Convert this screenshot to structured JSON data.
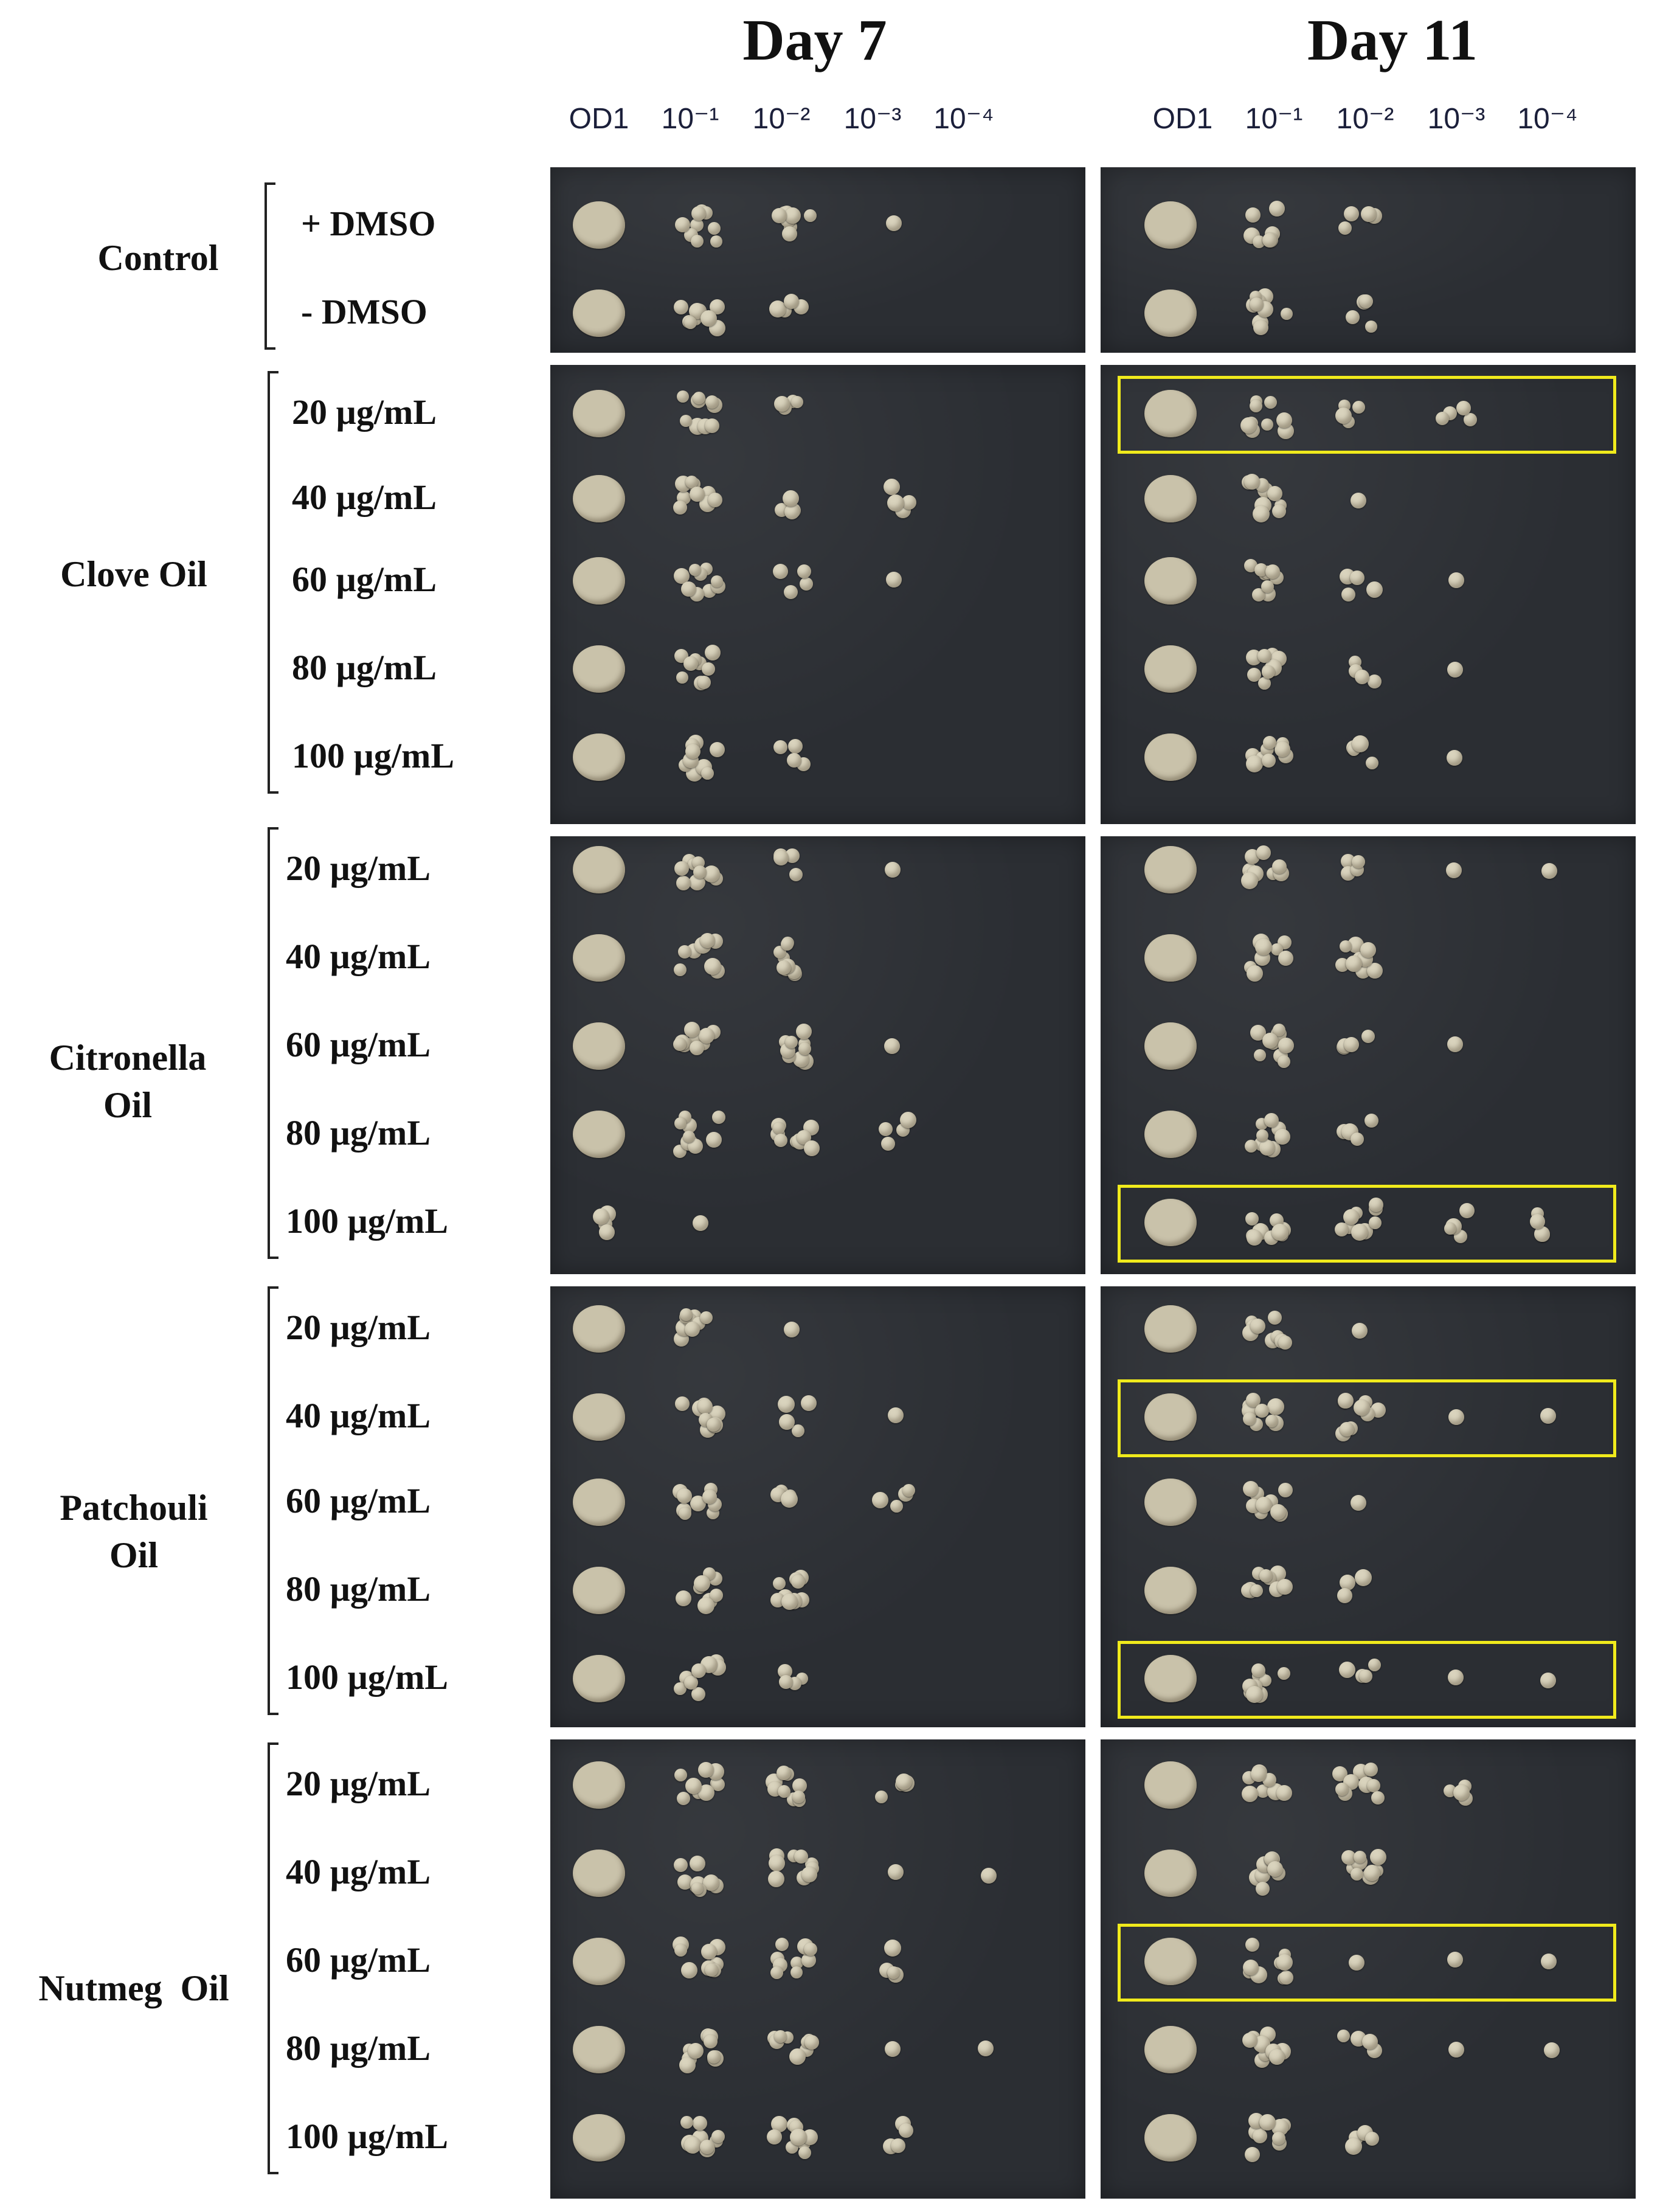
{
  "titles": {
    "day7": "Day 7",
    "day11": "Day 11"
  },
  "dilutions": [
    "OD1",
    "10⁻¹",
    "10⁻²",
    "10⁻³",
    "10⁻⁴"
  ],
  "groups": [
    {
      "label": "Control",
      "rows": [
        "+ DMSO",
        "- DMSO"
      ]
    },
    {
      "label": "Clove Oil",
      "rows": [
        "20 µg/mL",
        "40 µg/mL",
        "60 µg/mL",
        "80 µg/mL",
        "100 µg/mL"
      ]
    },
    {
      "label": "Citronella Oil",
      "rows": [
        "20 µg/mL",
        "40 µg/mL",
        "60 µg/mL",
        "80 µg/mL",
        "100 µg/mL"
      ]
    },
    {
      "label": "Patchouli Oil",
      "rows": [
        "20 µg/mL",
        "40 µg/mL",
        "60 µg/mL",
        "80 µg/mL",
        "100 µg/mL"
      ]
    },
    {
      "label": "Nutmeg  Oil",
      "rows": [
        "20 µg/mL",
        "40 µg/mL",
        "60 µg/mL",
        "80 µg/mL",
        "100 µg/mL"
      ]
    }
  ],
  "growth": {
    "day7": [
      [
        [
          3,
          3,
          3,
          1,
          0
        ],
        [
          3,
          3,
          2,
          0,
          0
        ]
      ],
      [
        [
          3,
          3,
          2,
          0,
          0
        ],
        [
          3,
          3,
          2,
          2,
          0
        ],
        [
          3,
          3,
          2,
          1,
          0
        ],
        [
          3,
          3,
          0,
          0,
          0
        ],
        [
          3,
          3,
          2,
          0,
          0
        ]
      ],
      [
        [
          3,
          3,
          2,
          1,
          0
        ],
        [
          3,
          3,
          3,
          0,
          0
        ],
        [
          3,
          3,
          3,
          1,
          0
        ],
        [
          3,
          3,
          3,
          2,
          0
        ],
        [
          2,
          1,
          0,
          0,
          0
        ]
      ],
      [
        [
          3,
          3,
          1,
          0,
          0
        ],
        [
          3,
          3,
          2,
          1,
          0
        ],
        [
          3,
          3,
          2,
          2,
          0
        ],
        [
          3,
          3,
          3,
          0,
          0
        ],
        [
          3,
          3,
          2,
          0,
          0
        ]
      ],
      [
        [
          3,
          3,
          3,
          2,
          0
        ],
        [
          3,
          3,
          3,
          1,
          1
        ],
        [
          3,
          3,
          3,
          2,
          0
        ],
        [
          3,
          3,
          3,
          1,
          1
        ],
        [
          3,
          3,
          3,
          2,
          0
        ]
      ]
    ],
    "day11": [
      [
        [
          3,
          3,
          2,
          0,
          0
        ],
        [
          3,
          3,
          2,
          0,
          0
        ]
      ],
      [
        [
          3,
          3,
          2,
          2,
          0
        ],
        [
          3,
          3,
          1,
          0,
          0
        ],
        [
          3,
          3,
          2,
          1,
          0
        ],
        [
          3,
          3,
          2,
          1,
          0
        ],
        [
          3,
          3,
          2,
          1,
          0
        ]
      ],
      [
        [
          3,
          3,
          2,
          1,
          1
        ],
        [
          3,
          3,
          3,
          0,
          0
        ],
        [
          3,
          3,
          2,
          1,
          0
        ],
        [
          3,
          3,
          2,
          0,
          0
        ],
        [
          3,
          3,
          3,
          2,
          2
        ]
      ],
      [
        [
          3,
          3,
          1,
          0,
          0
        ],
        [
          3,
          3,
          3,
          1,
          1
        ],
        [
          3,
          3,
          1,
          0,
          0
        ],
        [
          3,
          3,
          2,
          0,
          0
        ],
        [
          3,
          3,
          2,
          1,
          1
        ]
      ],
      [
        [
          3,
          3,
          3,
          2,
          0
        ],
        [
          3,
          3,
          3,
          0,
          0
        ],
        [
          3,
          3,
          1,
          1,
          1
        ],
        [
          3,
          3,
          2,
          1,
          1
        ],
        [
          3,
          3,
          2,
          0,
          0
        ]
      ]
    ]
  },
  "highlights": {
    "day11": [
      {
        "group": 1,
        "row": 0
      },
      {
        "group": 2,
        "row": 4
      },
      {
        "group": 3,
        "row": 1
      },
      {
        "group": 3,
        "row": 4
      },
      {
        "group": 4,
        "row": 2
      }
    ]
  },
  "colors": {
    "plate": "#2b2e33",
    "colony": "#d9d3bd",
    "highlight": "#f0ea1c"
  }
}
